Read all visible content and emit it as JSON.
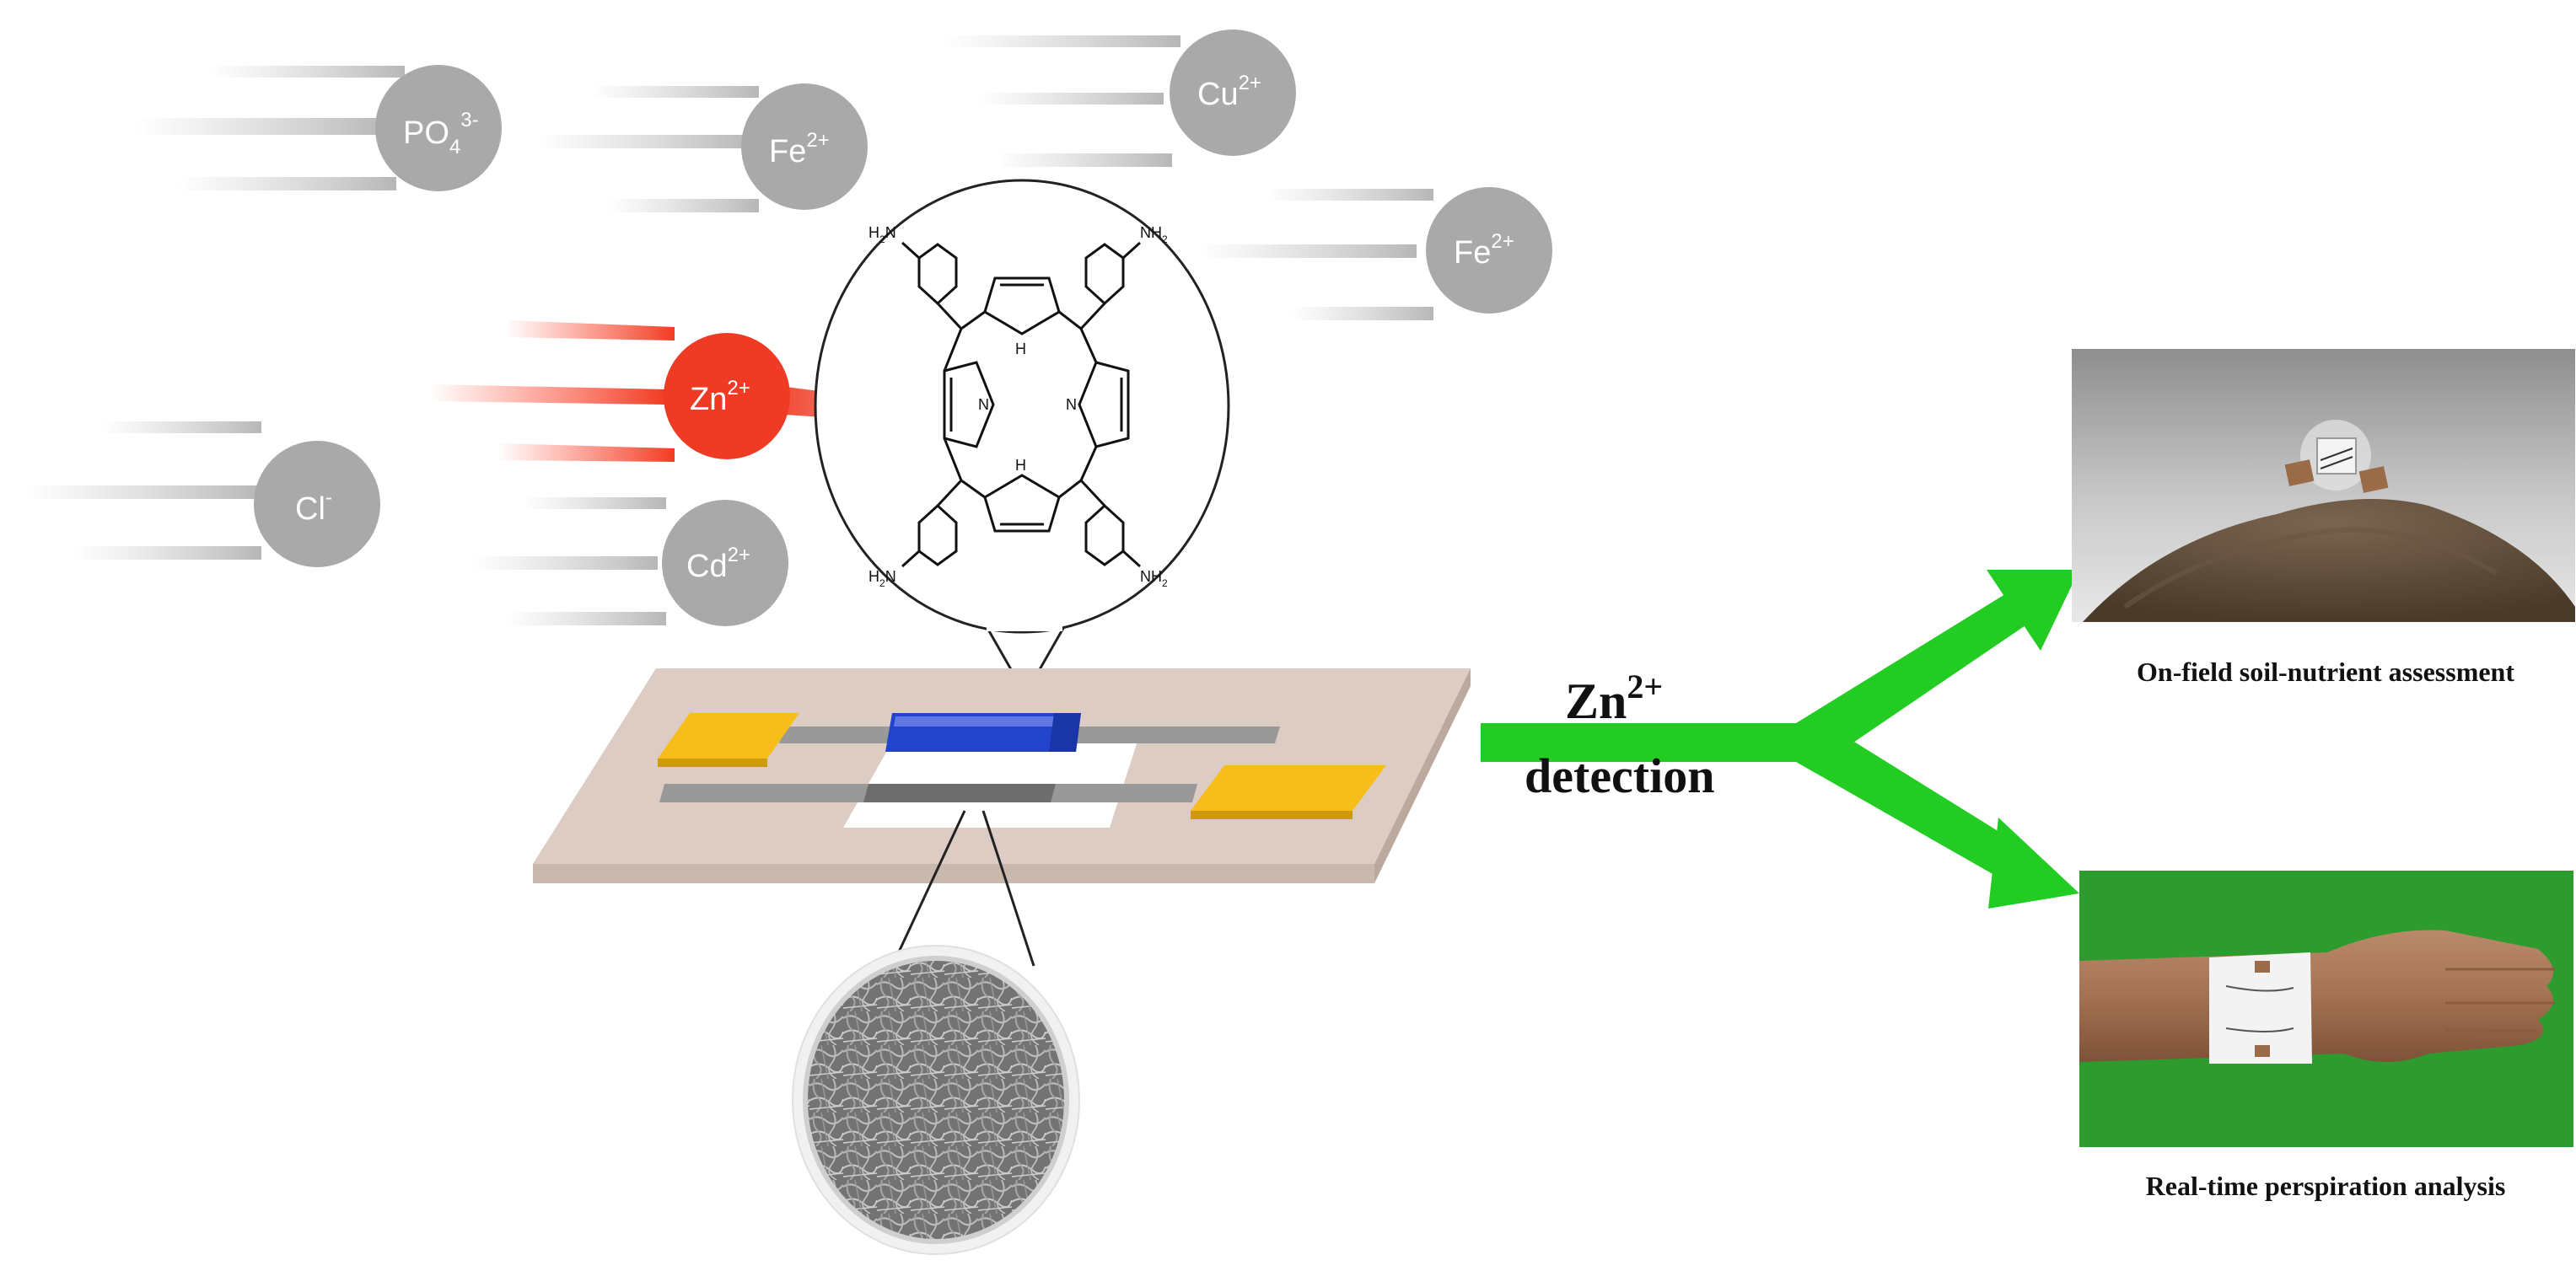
{
  "ions": [
    {
      "id": "po4",
      "base": "PO",
      "sub": "4",
      "sup": "3-",
      "target": false
    },
    {
      "id": "fe1",
      "base": "Fe",
      "sub": "",
      "sup": "2+",
      "target": false
    },
    {
      "id": "cu",
      "base": "Cu",
      "sub": "",
      "sup": "2+",
      "target": false
    },
    {
      "id": "fe2",
      "base": "Fe",
      "sub": "",
      "sup": "2+",
      "target": false
    },
    {
      "id": "zn",
      "base": "Zn",
      "sub": "",
      "sup": "2+",
      "target": true
    },
    {
      "id": "cl",
      "base": "Cl",
      "sub": "",
      "sup": "-",
      "target": false
    },
    {
      "id": "cd",
      "base": "Cd",
      "sub": "",
      "sup": "2+",
      "target": false
    }
  ],
  "molecule": {
    "substituent": "NH2",
    "substituent_base": "NH",
    "substituent_sub": "2",
    "substituent_base_left": "H",
    "substituent_sub_left": "2",
    "substituent_tail_left": "N",
    "pyrrole_nh": "H",
    "pyrrole_n": "N"
  },
  "detection": {
    "ion_base": "Zn",
    "ion_sup": "2+",
    "word": "detection"
  },
  "applications": [
    {
      "id": "soil",
      "caption": "On-field soil-nutrient assessment"
    },
    {
      "id": "sweat",
      "caption": "Real-time perspiration analysis"
    }
  ],
  "colors": {
    "ion_neutral": "#a9a9a9",
    "ion_target": "#ef3b24",
    "arrow": "#22cc22",
    "substrate": "#dcccc4",
    "electrode": "#f7bd1a",
    "coating": "#2244cc",
    "trace": "#999999"
  }
}
